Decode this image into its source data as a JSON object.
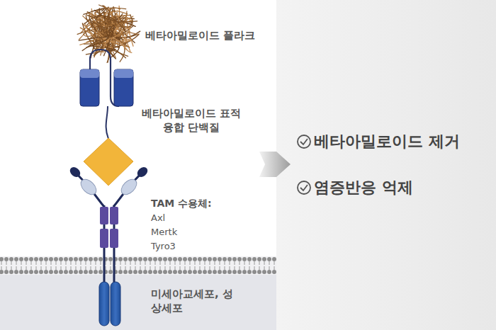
{
  "diagram": {
    "nodes": [
      {
        "text": [
          "미세아교세포, 성상세포"
        ]
      },
      {
        "text": [
          "베타아밀로이드 제거",
          "염증반응 억제"
        ]
      }
    ],
    "labels": [
      "베타아밀로이드 플라크",
      "베타아밀로이드 표적 융합 단백질",
      "TAM 수용체:",
      "Axl",
      "Mertk",
      "Tyro3"
    ]
  }
}
